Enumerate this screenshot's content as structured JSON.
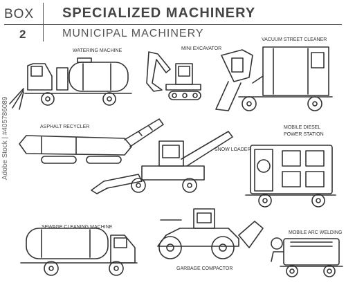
{
  "header": {
    "box_label": "BOX",
    "box_number": "2",
    "title": "SPECIALIZED MACHINERY",
    "subtitle": "MUNICIPAL MACHINERY"
  },
  "items": [
    {
      "id": "watering-machine",
      "label": "WATERING MACHINE"
    },
    {
      "id": "mini-excavator",
      "label": "MINI EXCAVATOR"
    },
    {
      "id": "vacuum-street-cleaner",
      "label": "VACUUM STREET CLEANER"
    },
    {
      "id": "asphalt-recycler",
      "label": "ASPHALT RECYCLER"
    },
    {
      "id": "snow-loader",
      "label": "SNOW LOADER"
    },
    {
      "id": "mobile-diesel-power-station",
      "label_line1": "MOBILE DIESEL",
      "label_line2": "POWER STATION"
    },
    {
      "id": "sewage-cleaning-machine",
      "label": "SEWAGE CLEANING MACHINE"
    },
    {
      "id": "garbage-compactor",
      "label": "GARBAGE COMPACTOR"
    },
    {
      "id": "mobile-arc-welding",
      "label": "MOBILE ARC WELDING"
    }
  ],
  "watermark": "Adobe Stock | #405786089",
  "colors": {
    "line": "#333333",
    "background": "#ffffff"
  }
}
